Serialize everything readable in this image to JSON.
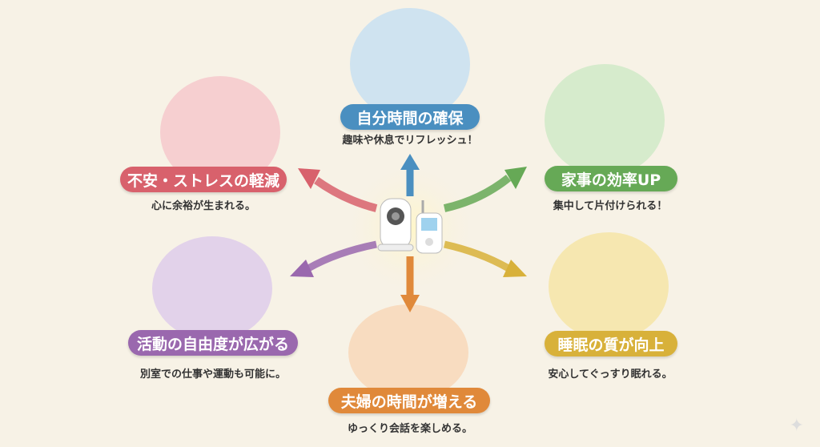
{
  "benefits": [
    {
      "title": "自分時間の確保",
      "subtitle": "趣味や休息でリフレッシュ！",
      "color": "#4a8fc0",
      "scene": "#cfe3f0"
    },
    {
      "title": "不安・ストレスの軽減",
      "subtitle": "心に余裕が生まれる。",
      "color": "#d8616c",
      "scene": "#f6cfd0"
    },
    {
      "title": "家事の効率UP",
      "subtitle": "集中して片付けられる！",
      "color": "#66a956",
      "scene": "#d6ebcc"
    },
    {
      "title": "活動の自由度が広がる",
      "subtitle": "別室での仕事や運動も可能に。",
      "color": "#9a68ae",
      "scene": "#e2d2ea"
    },
    {
      "title": "睡眠の質が向上",
      "subtitle": "安心してぐっすり眠れる。",
      "color": "#d8b13a",
      "scene": "#f6e7b0"
    },
    {
      "title": "夫婦の時間が増える",
      "subtitle": "ゆっくり会話を楽しめる。",
      "color": "#e0893a",
      "scene": "#f8dcc0"
    }
  ],
  "center": {
    "icon": "baby-monitor-icon"
  }
}
